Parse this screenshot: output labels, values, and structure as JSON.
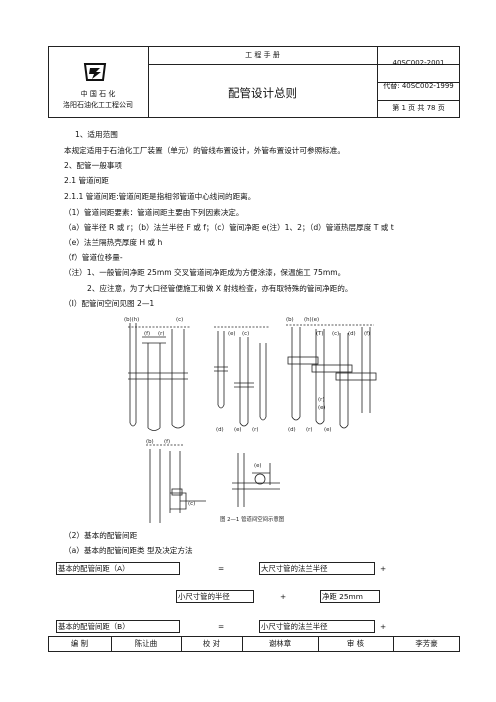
{
  "header": {
    "company_line1": "中 国 石 化",
    "company_line2": "洛阳石油化工工程公司",
    "manual": "工 程 手 册",
    "title": "配管设计总则",
    "doc_no": "40SC002-2001",
    "replaces": "代替: 40SC002-1999",
    "page": "第 1 页 共 78 页"
  },
  "body": [
    "1、适用范围",
    "本规定适用于石油化工厂装置（单元）的管线布置设计，外管布置设计可参照标准。",
    "2、配管一般事项",
    "2.1    管道间距",
    "2.1.1   管道间距:管道间距是指相邻管道中心线间的距离。",
    "（1）管道间距要素：管道间距主要由下列因素决定。",
    "（a）管半径 R 或 r；（b）法兰半径 F 或 f；（c）管间净距 e(注）1、2；（d）管道热层厚度 T 或 t",
    "（e）法兰隔热壳厚度 H 或 h",
    "（f）管道位移量-",
    "（注）1、一般管间净距 25mm 交叉管道间净距成为方便涂漆，保温施工 75mm。",
    "2、应注意，为了大口径管便施工和做 X 射线检查，亦有取特殊的管间净距的。",
    "（I）配管间空间见图 2—1"
  ],
  "figure": {
    "labels_a": [
      "(b)(h)",
      "(f)",
      "(r)",
      "(c)"
    ],
    "labels_b": [
      "(e)",
      "(c)",
      "(d)",
      "(e)",
      "(r)"
    ],
    "labels_c": [
      "(b)",
      "(h)(e)",
      "(T)",
      "(c)",
      "(d)",
      "(f)",
      "(r)",
      "(e)",
      "(d)",
      "(r)",
      "(e)"
    ],
    "labels_d": [
      "(b)",
      "(f)",
      "(c)"
    ],
    "labels_e": [
      "(e)"
    ],
    "caption": "图 2—1   管道间空间示意图"
  },
  "after_figure": [
    "（2）基本的配管间距",
    "（a）基本的配管间距类    型及决定方法"
  ],
  "formula_rows": {
    "r1_left": "基本的配管间距（A）",
    "r1_eq": "=",
    "r1_right": "大尺寸管的法兰半径",
    "r1_plus": "+",
    "r2_left": "小尺寸管的半径",
    "r2_plus": "+",
    "r2_right": "净距 25mm",
    "r3_left": "基本的配管间距（B）",
    "r3_eq": "=",
    "r3_right": "小尺寸管的法兰半径",
    "r3_plus": "+"
  },
  "footer": {
    "compile_label": "编     制",
    "compile_name": "陈让曲",
    "check_label": "校     对",
    "check_name": "谢林章",
    "review_label": "审     核",
    "review_name": "李芳豪"
  }
}
